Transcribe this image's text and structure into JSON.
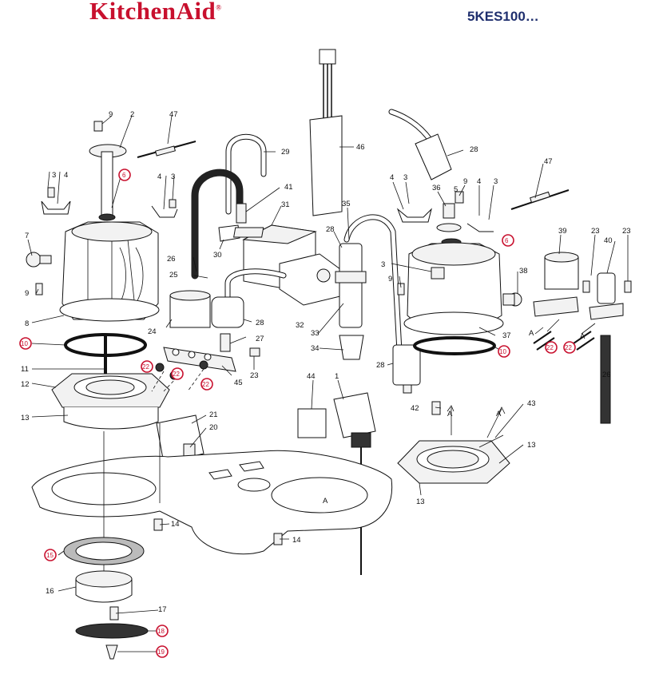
{
  "brand": "KitchenAid",
  "brand_mark": "®",
  "model": "5KES100…",
  "colors": {
    "brand_red": "#c8102e",
    "model_blue": "#1f2f6e",
    "callout_circle": "#c8102e",
    "line": "#111111"
  },
  "callouts": [
    {
      "id": "c9a",
      "text": "9"
    },
    {
      "id": "c2a",
      "text": "2"
    },
    {
      "id": "c47a",
      "text": "47"
    },
    {
      "id": "c6a",
      "text": "6"
    },
    {
      "id": "c3a",
      "text": "3"
    },
    {
      "id": "c4a",
      "text": "4"
    },
    {
      "id": "c4b",
      "text": "4"
    },
    {
      "id": "c3b",
      "text": "3"
    },
    {
      "id": "c7",
      "text": "7"
    },
    {
      "id": "c9b",
      "text": "9"
    },
    {
      "id": "c8",
      "text": "8"
    },
    {
      "id": "c10a",
      "text": "10"
    },
    {
      "id": "c11",
      "text": "11"
    },
    {
      "id": "c12",
      "text": "12"
    },
    {
      "id": "c13a",
      "text": "13"
    },
    {
      "id": "c29",
      "text": "29"
    },
    {
      "id": "c41",
      "text": "41"
    },
    {
      "id": "c31",
      "text": "31"
    },
    {
      "id": "c30",
      "text": "30"
    },
    {
      "id": "c26a",
      "text": "26"
    },
    {
      "id": "c25",
      "text": "25"
    },
    {
      "id": "c24",
      "text": "24"
    },
    {
      "id": "c28a",
      "text": "28"
    },
    {
      "id": "c27",
      "text": "27"
    },
    {
      "id": "c22a",
      "text": "22"
    },
    {
      "id": "c22b",
      "text": "22"
    },
    {
      "id": "c22c",
      "text": "22"
    },
    {
      "id": "c23a",
      "text": "23"
    },
    {
      "id": "c45",
      "text": "45"
    },
    {
      "id": "c32",
      "text": "32"
    },
    {
      "id": "c46",
      "text": "46"
    },
    {
      "id": "c35",
      "text": "35"
    },
    {
      "id": "c28b",
      "text": "28"
    },
    {
      "id": "c33",
      "text": "33"
    },
    {
      "id": "c34",
      "text": "34"
    },
    {
      "id": "c28c",
      "text": "28"
    },
    {
      "id": "c44",
      "text": "44"
    },
    {
      "id": "c1",
      "text": "1"
    },
    {
      "id": "c21",
      "text": "21"
    },
    {
      "id": "c20",
      "text": "20"
    },
    {
      "id": "c14a",
      "text": "14"
    },
    {
      "id": "c14b",
      "text": "14"
    },
    {
      "id": "c15",
      "text": "15"
    },
    {
      "id": "c16",
      "text": "16"
    },
    {
      "id": "c17",
      "text": "17"
    },
    {
      "id": "c18",
      "text": "18"
    },
    {
      "id": "c19",
      "text": "19"
    },
    {
      "id": "c28d",
      "text": "28"
    },
    {
      "id": "c4c",
      "text": "4"
    },
    {
      "id": "c3c",
      "text": "3"
    },
    {
      "id": "c36",
      "text": "36"
    },
    {
      "id": "c9c",
      "text": "9"
    },
    {
      "id": "c5",
      "text": "5"
    },
    {
      "id": "c4d",
      "text": "4"
    },
    {
      "id": "c3d",
      "text": "3"
    },
    {
      "id": "c6b",
      "text": "6"
    },
    {
      "id": "c3e",
      "text": "3"
    },
    {
      "id": "c9d",
      "text": "9"
    },
    {
      "id": "c38",
      "text": "38"
    },
    {
      "id": "c37",
      "text": "37"
    },
    {
      "id": "c10b",
      "text": "10"
    },
    {
      "id": "c47b",
      "text": "47"
    },
    {
      "id": "c39",
      "text": "39"
    },
    {
      "id": "c23b",
      "text": "23"
    },
    {
      "id": "c40",
      "text": "40"
    },
    {
      "id": "c23c",
      "text": "23"
    },
    {
      "id": "c22d",
      "text": "22"
    },
    {
      "id": "c22e",
      "text": "22"
    },
    {
      "id": "c26b",
      "text": "26"
    },
    {
      "id": "c42",
      "text": "42"
    },
    {
      "id": "c43",
      "text": "43"
    },
    {
      "id": "c13b",
      "text": "13"
    },
    {
      "id": "c13c",
      "text": "13"
    },
    {
      "id": "a1",
      "text": "A"
    },
    {
      "id": "a2",
      "text": "A"
    },
    {
      "id": "a3",
      "text": "A"
    },
    {
      "id": "a4",
      "text": "A"
    },
    {
      "id": "a5",
      "text": "A"
    }
  ]
}
